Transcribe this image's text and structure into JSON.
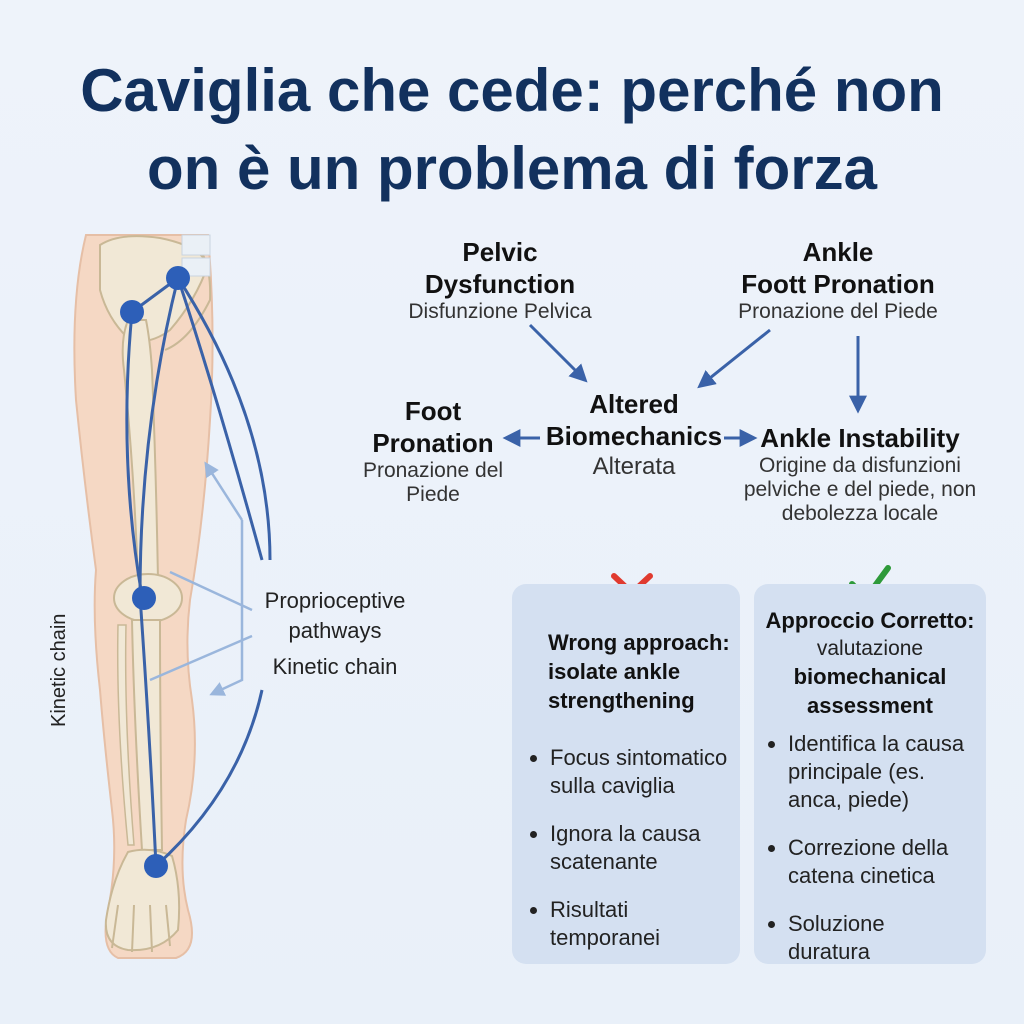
{
  "title": {
    "line1": "Caviglia che cede: perché non",
    "line2": "on è un problema di forza"
  },
  "diagram": {
    "pelvic": {
      "title_line1": "Pelvic",
      "title_line2": "Dysfunction",
      "subtitle": "Disfunzione Pelvica"
    },
    "ankle_foot": {
      "title_line1": "Ankle",
      "title_line2": "Foott Pronation",
      "subtitle": "Pronazione del Piede"
    },
    "altered": {
      "title_line1": "Altered",
      "title_line2": "Biomechanics",
      "subtitle": "Alterata"
    },
    "foot_pronation": {
      "title_line1": "Foot",
      "title_line2": "Pronation",
      "subtitle_line1": "Pronazione del",
      "subtitle_line2": "Piede"
    },
    "ankle_instability": {
      "title": "Ankle Instability",
      "desc_line1": "Origine da disfunzioni",
      "desc_line2": "pelviche e del piede, non",
      "desc_line3": "debolezza locale"
    }
  },
  "leg": {
    "proprioceptive_line1": "Proprioceptive",
    "proprioceptive_line2": "pathways",
    "kinetic_chain": "Kinetic chain",
    "vertical_label": "Kinetic chain"
  },
  "wrong_card": {
    "icon": "cross-icon",
    "icon_color": "#e03a2f",
    "heading_line1": "Wrong approach:",
    "heading_line2": "isolate ankle",
    "heading_line3": "strengthening",
    "items": [
      {
        "line1": "Focus sintomatico",
        "line2": "sulla caviglia"
      },
      {
        "line1": "Ignora la causa",
        "line2": "scatenante"
      },
      {
        "line1": "Risultati",
        "line2": "temporanei"
      }
    ]
  },
  "right_card": {
    "icon": "check-icon",
    "icon_color": "#2e9a3a",
    "heading_line1": "Approccio Corretto:",
    "heading_line2": "valutazione",
    "heading_line3": "biomechanical",
    "heading_line4": "assessment",
    "items": [
      {
        "line1": "Identifica la causa",
        "line2": "principale (es.",
        "line3": "anca, piede)"
      },
      {
        "line1": "Correzione della",
        "line2": "catena cinetica"
      },
      {
        "line1": "Soluzione",
        "line2": "duratura"
      }
    ]
  },
  "colors": {
    "title": "#12315e",
    "arrow": "#3a62a8",
    "node": "#2d5fb8",
    "skin": "#f5d8c4",
    "bone": "#f1e8d6",
    "card": "#d4e0f1"
  }
}
